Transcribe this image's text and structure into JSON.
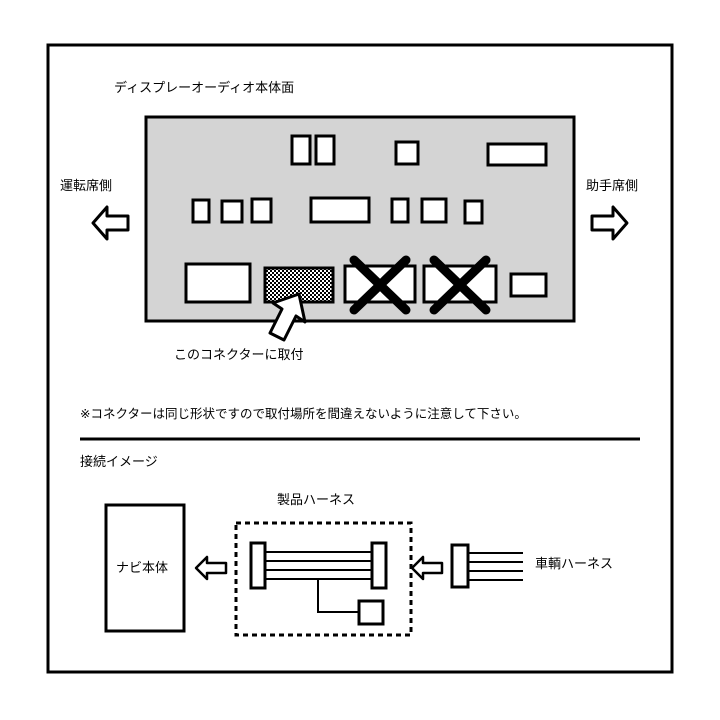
{
  "panel": {
    "title": "ディスプレーオーディオ本体面",
    "driver_side": "運転席側",
    "passenger_side": "助手席側",
    "connector_note": "このコネクターに取付",
    "notice": "※コネクターは同じ形状ですので取付場所を間違えないように注意して下さい。"
  },
  "connection": {
    "heading": "接続イメージ",
    "nav_unit": "ナビ本体",
    "product_harness": "製品ハーネス",
    "vehicle_harness": "車輌ハーネス"
  },
  "colors": {
    "panel_fill": "#d4d4d4",
    "line": "#000000",
    "background": "#ffffff"
  }
}
